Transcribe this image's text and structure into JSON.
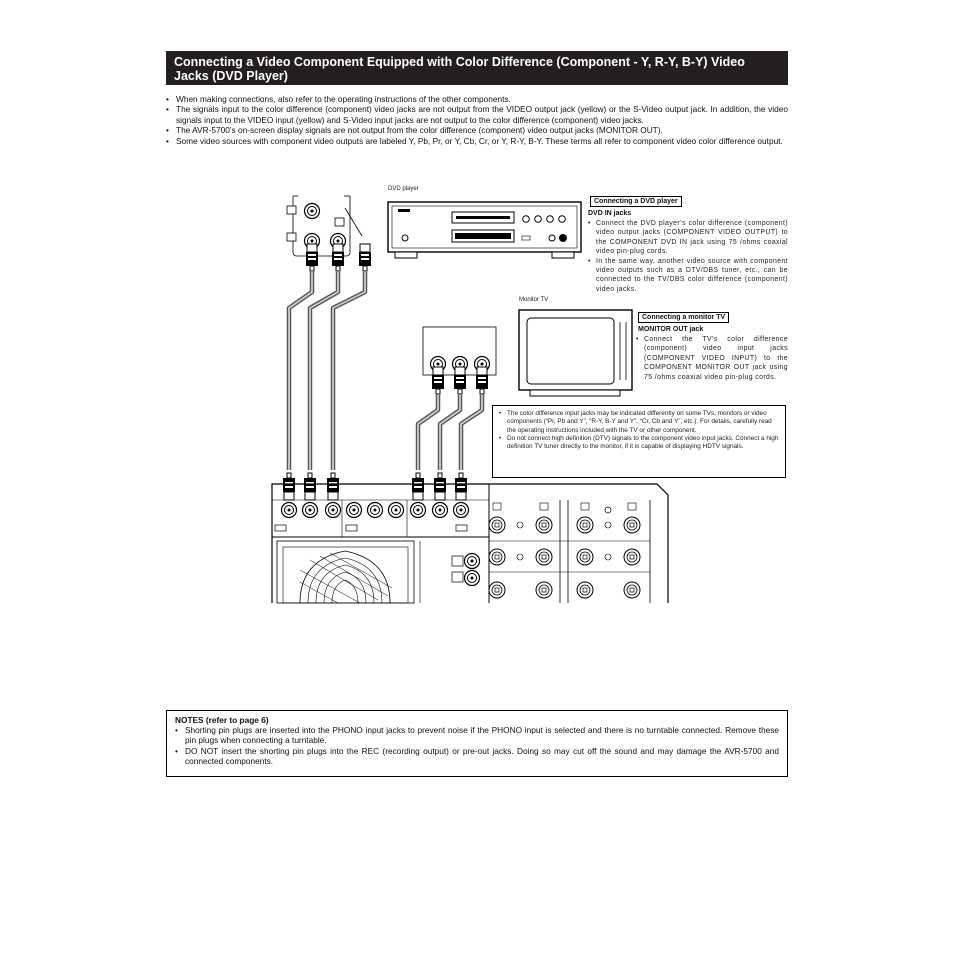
{
  "header": {
    "title": "Connecting a Video Component Equipped with Color Difference (Component - Y, R-Y, B-Y) Video Jacks (DVD Player)"
  },
  "intro_bullets": [
    "When making connections, also refer to the operating instructions of the other components.",
    "The signals input to the color difference (component) video jacks are not output from the VIDEO output jack (yellow) or the S-Video output jack. In addition, the video signals input to the VIDEO input (yellow) and S-Video input jacks are not output to the color difference (component) video jacks.",
    "The AVR-5700’s on-screen display signals are not output from the color difference (component) video output jacks (MONITOR OUT).",
    "Some video sources with component video outputs are labeled Y, Pb, Pr, or Y, Cb, Cr, or Y, R-Y, B-Y. These terms all refer to component video color difference output."
  ],
  "diagram": {
    "dvd_label": "DVD player",
    "monitor_label": "Monitor TV",
    "dvd_callout": {
      "title": "Connecting a DVD player",
      "subtitle": "DVD IN jacks",
      "bullets": [
        "Connect the DVD player’s color difference (component) video output jacks (COMPONENT VIDEO OUTPUT) to the COMPONENT DVD IN jack using 75    /ohms coaxial video pin-plug cords.",
        "In the same way, another video source with component video outputs such as a DTV/DBS tuner, etc., can be connected to the TV/DBS color difference (component) video jacks."
      ]
    },
    "monitor_callout": {
      "title": "Connecting a monitor TV",
      "subtitle": "MONITOR OUT jack",
      "bullets": [
        "Connect the TV’s color difference (component) video input jacks (COMPONENT VIDEO INPUT) to the COMPONENT MONITOR OUT jack using 75    /ohms coaxial video pin-plug cords."
      ]
    },
    "note_box": [
      "The color difference input jacks may be indicated differently on some TVs, monitors or video components (“Pr, Pb and Y”, “R-Y, B-Y and Y”, “Cr, Cb and Y”, etc.). For details, carefully read the operating instructions included with the TV or other component.",
      "Do not connect high definition (DTV) signals to the component video input jacks. Connect a high definition TV tuner directly to the monitor, if it is capable of displaying HDTV signals."
    ]
  },
  "notes": {
    "title": "NOTES (refer to page 6)",
    "bullets": [
      "Shorting pin plugs are inserted into the PHONO input jacks to prevent noise if the PHONO input is selected and there is no turntable connected. Remove these pin plugs when connecting a turntable.",
      "DO NOT insert the shorting pin plugs into the REC (recording output) or pre-out jacks. Doing so may cut off the sound and may damage the AVR-5700 and connected components."
    ]
  }
}
